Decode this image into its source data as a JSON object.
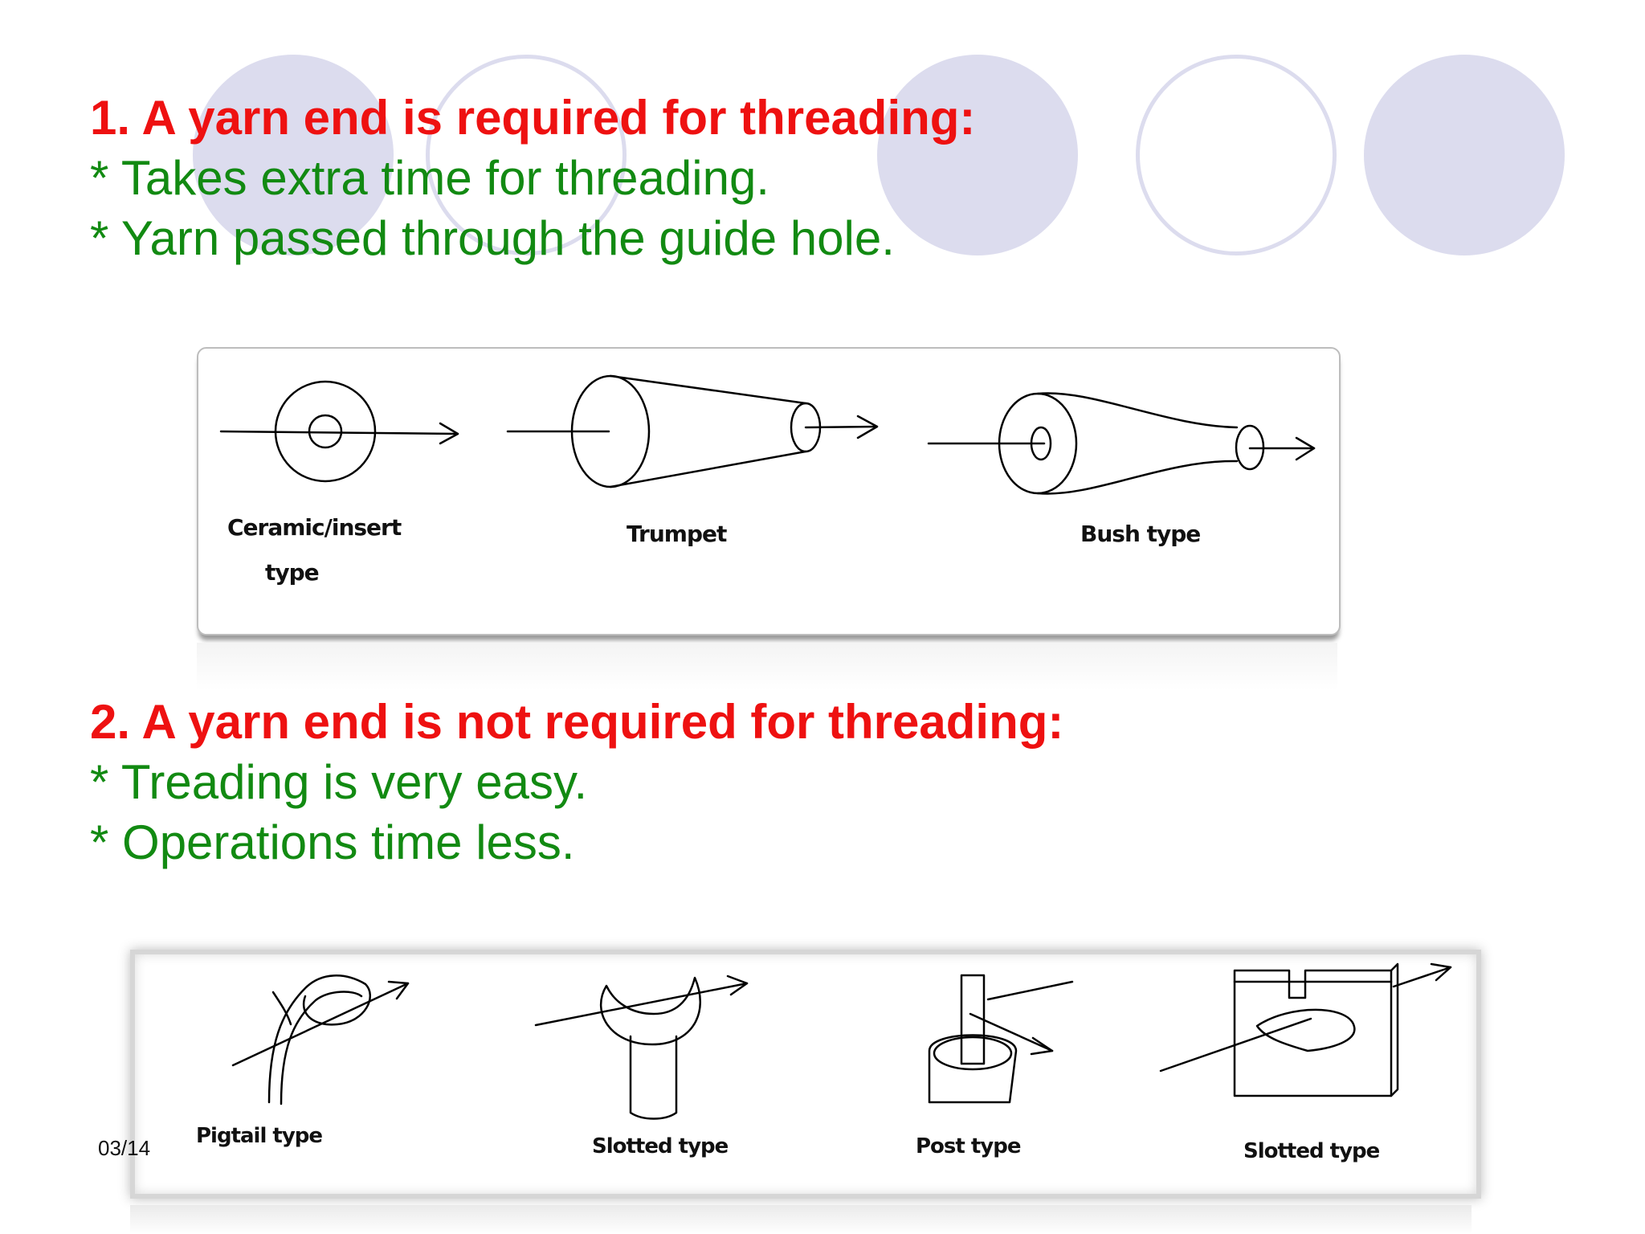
{
  "section1": {
    "heading": "1. A yarn end is required for threading:",
    "bullets": [
      "* Takes extra time for threading.",
      "* Yarn passed through the guide hole."
    ]
  },
  "section2": {
    "heading": "2. A yarn end is not required for threading:",
    "bullets": [
      "* Treading is very easy.",
      "* Operations time less."
    ]
  },
  "diagram1": {
    "labels": [
      "Ceramic/insert",
      "type",
      "Trumpet",
      "Bush type"
    ]
  },
  "diagram2": {
    "labels": [
      "Pigtail type",
      "Slotted type",
      "Post type",
      "Slotted type"
    ]
  },
  "footer": {
    "date": "03/14"
  },
  "colors": {
    "heading": "#ee1111",
    "bullet": "#128a12",
    "decoration": "#dcdcee"
  }
}
